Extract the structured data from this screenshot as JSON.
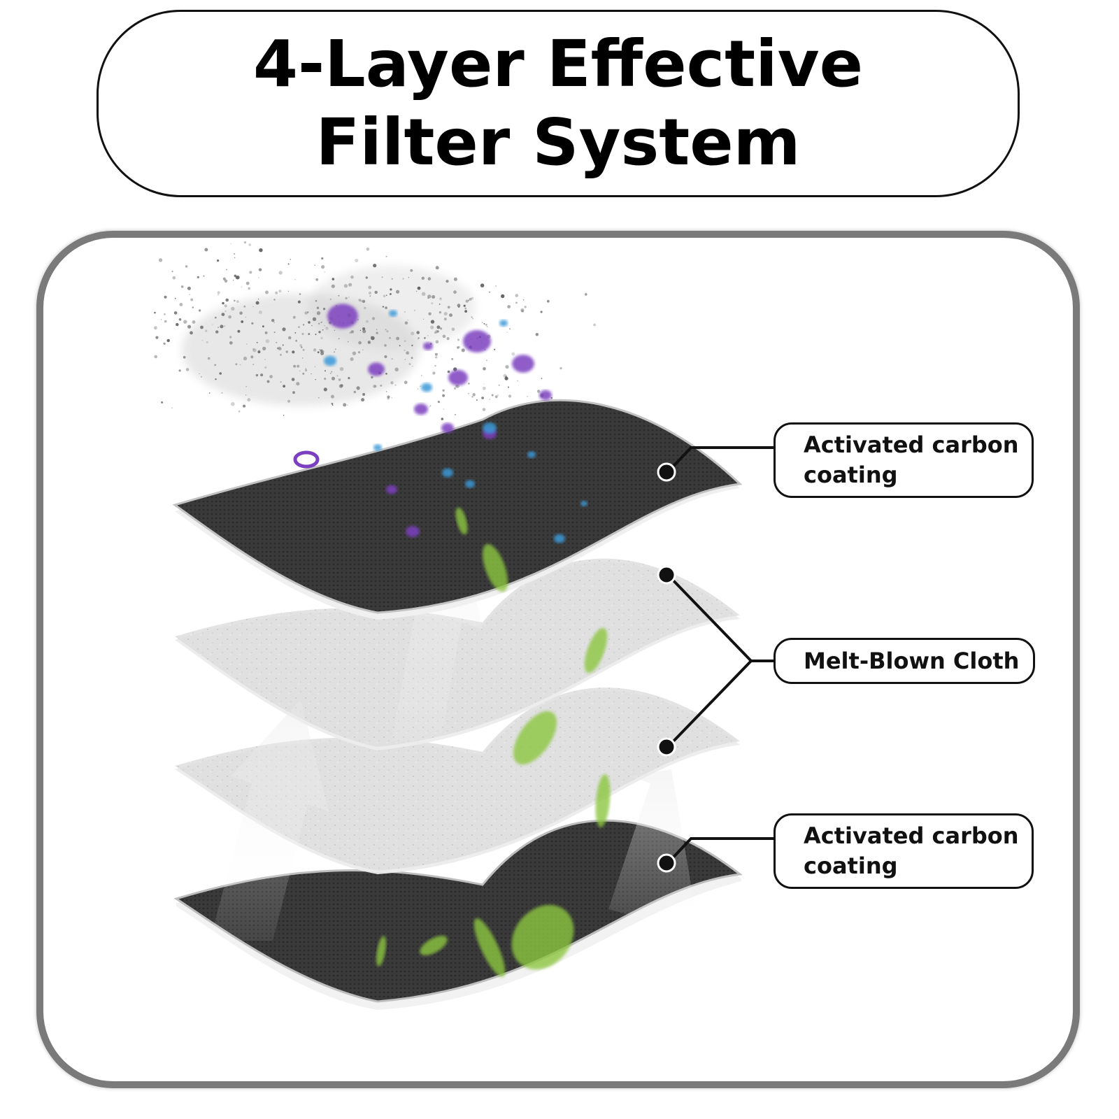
{
  "title": {
    "line1": "4-Layer Effective",
    "line2": "Filter System"
  },
  "layers": [
    {
      "name": "activated-carbon-top",
      "material": "carbon",
      "color": "#3a3a3a"
    },
    {
      "name": "melt-blown-1",
      "material": "melt-blown",
      "color": "#dcdcdc"
    },
    {
      "name": "melt-blown-2",
      "material": "melt-blown",
      "color": "#d6d6d6"
    },
    {
      "name": "activated-carbon-bottom",
      "material": "carbon",
      "color": "#3d3d3d"
    }
  ],
  "labels": {
    "top": "Activated carbon\ncoating",
    "middle": "Melt-Blown Cloth",
    "bottom": "Activated carbon\ncoating"
  },
  "colors": {
    "particle_purple": "#7b3fbf",
    "particle_blue": "#3a9ad9",
    "leaf_green": "#8cc63f",
    "frame_gray": "#7a7a7a"
  }
}
